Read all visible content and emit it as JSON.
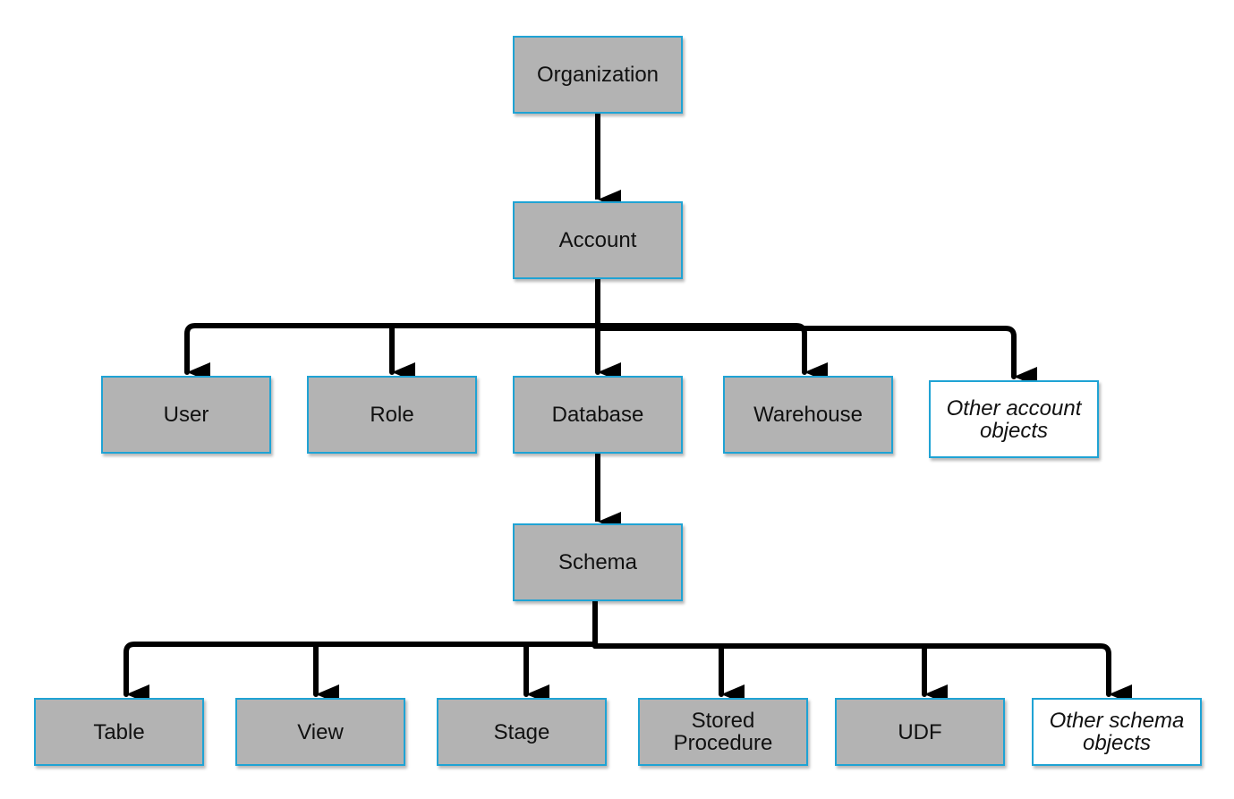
{
  "diagram": {
    "nodes": {
      "organization": "Organization",
      "account": "Account",
      "user": "User",
      "role": "Role",
      "database": "Database",
      "warehouse": "Warehouse",
      "other_account_objects": "Other account\nobjects",
      "schema": "Schema",
      "table": "Table",
      "view": "View",
      "stage": "Stage",
      "stored_procedure": "Stored\nProcedure",
      "udf": "UDF",
      "other_schema_objects": "Other schema\nobjects"
    },
    "edges": [
      {
        "from": "organization",
        "to": "account"
      },
      {
        "from": "account",
        "to": "user"
      },
      {
        "from": "account",
        "to": "role"
      },
      {
        "from": "account",
        "to": "database"
      },
      {
        "from": "account",
        "to": "warehouse"
      },
      {
        "from": "account",
        "to": "other_account_objects"
      },
      {
        "from": "database",
        "to": "schema"
      },
      {
        "from": "schema",
        "to": "table"
      },
      {
        "from": "schema",
        "to": "view"
      },
      {
        "from": "schema",
        "to": "stage"
      },
      {
        "from": "schema",
        "to": "stored_procedure"
      },
      {
        "from": "schema",
        "to": "udf"
      },
      {
        "from": "schema",
        "to": "other_schema_objects"
      }
    ],
    "colors": {
      "node_fill": "#b3b3b3",
      "node_border": "#1fa3d4",
      "other_fill": "#ffffff",
      "connector": "#000000"
    }
  }
}
